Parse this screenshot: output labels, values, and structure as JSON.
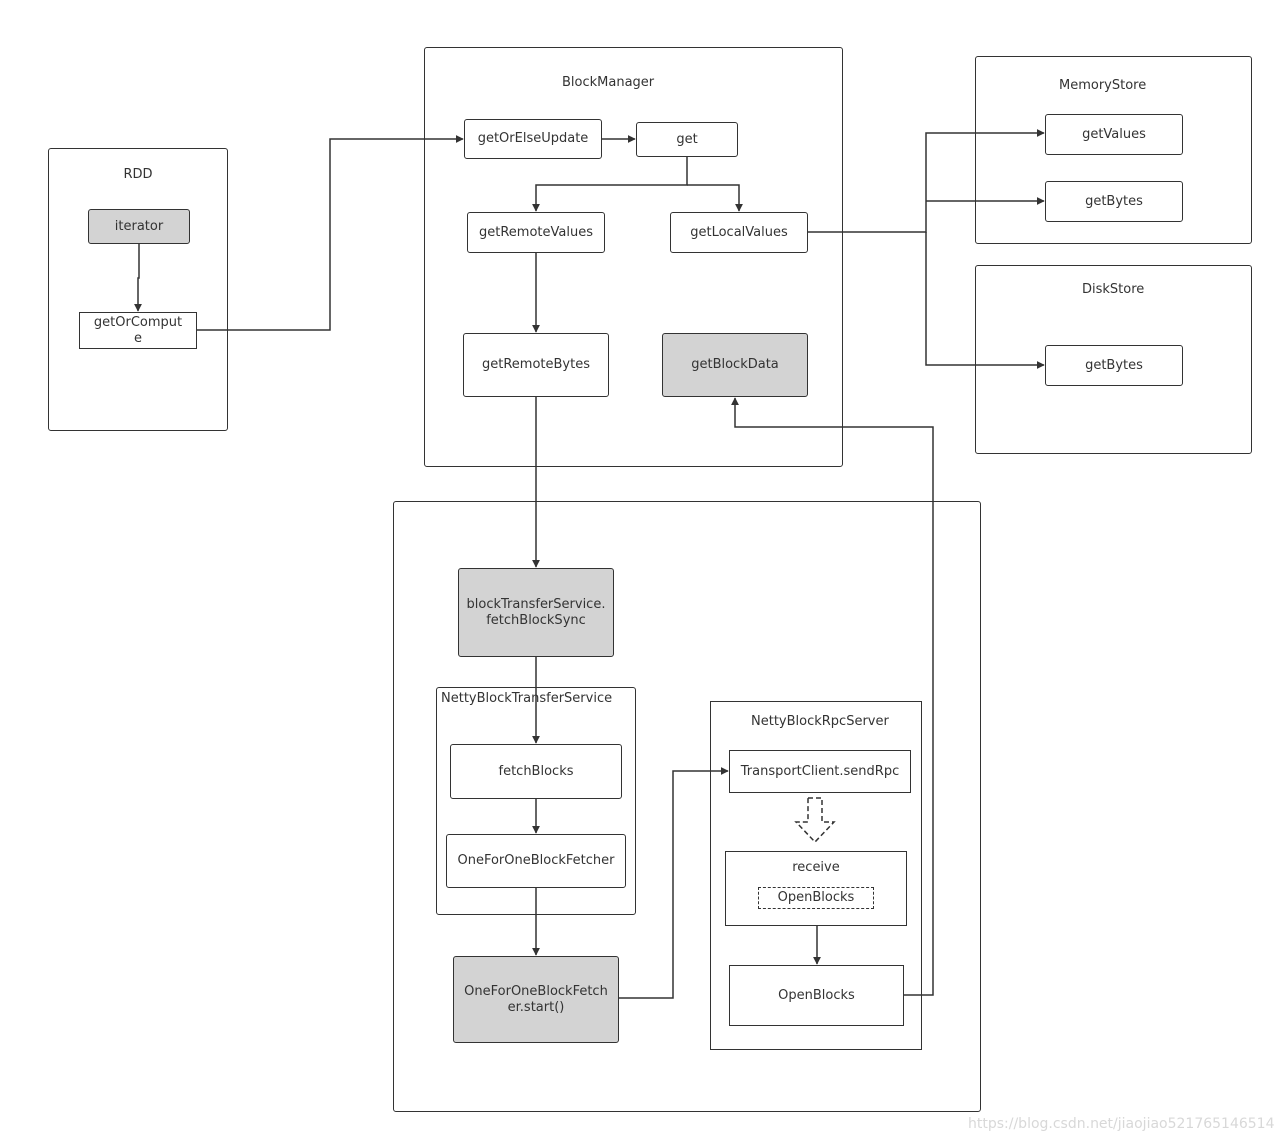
{
  "containers": {
    "rdd": {
      "title": "RDD"
    },
    "block_manager": {
      "title": "BlockManager"
    },
    "memory_store": {
      "title": "MemoryStore"
    },
    "disk_store": {
      "title": "DiskStore"
    },
    "transfer": {
      "title": ""
    },
    "netty_transfer_service": {
      "title": "NettyBlockTransferService"
    },
    "netty_rpc_server": {
      "title": "NettyBlockRpcServer"
    }
  },
  "nodes": {
    "iterator": "iterator",
    "get_or_compute": "getOrCompute",
    "get_or_else_update": "getOrElseUpdate",
    "get": "get",
    "get_remote_values": "getRemoteValues",
    "get_local_values": "getLocalValues",
    "get_remote_bytes": "getRemoteBytes",
    "get_block_data": "getBlockData",
    "mem_get_values": "getValues",
    "mem_get_bytes": "getBytes",
    "disk_get_bytes": "getBytes",
    "fetch_block_sync": "blockTransferService.fetchBlockSync",
    "fetch_blocks": "fetchBlocks",
    "one_for_one_fetcher": "OneForOneBlockFetcher",
    "fetcher_start": "OneForOneBlockFetcher.start()",
    "send_rpc": "TransportClient.sendRpc",
    "receive": "receive",
    "open_blocks_msg": "OpenBlocks",
    "open_blocks": "OpenBlocks"
  },
  "watermark": "https://blog.csdn.net/jiaojiao521765146514",
  "colors": {
    "stroke": "#333333",
    "highlight_fill": "#d3d3d3",
    "background": "#ffffff"
  }
}
